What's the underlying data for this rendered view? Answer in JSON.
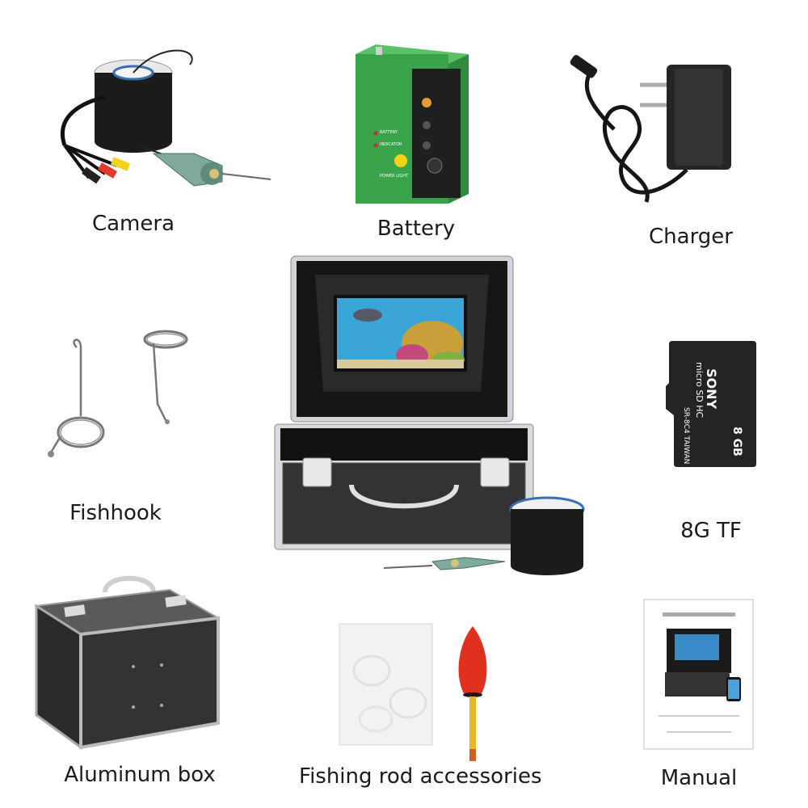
{
  "labels": {
    "camera": "Camera",
    "battery": "Battery",
    "charger": "Charger",
    "fishhook": "Fishhook",
    "tf_card": "8G TF",
    "aluminum_box": "Aluminum box",
    "fishing_rod_accessories": "Fishing rod accessories",
    "manual": "Manual"
  },
  "sd_card": {
    "brand": "SONY",
    "type": "micro SD HC",
    "capacity": "8 GB",
    "code": "SR-8C4 TAIWAN"
  },
  "battery_panel": {
    "battery": "BATTERY",
    "indicator": "INDICATOR",
    "power_light": "POWER LIGHT"
  },
  "colors": {
    "battery_green": "#3aa44a",
    "float_red": "#e0301e",
    "float_yellow": "#e8b820",
    "case_black": "#2a2a2a",
    "aluminum": "#c8ccd0"
  }
}
